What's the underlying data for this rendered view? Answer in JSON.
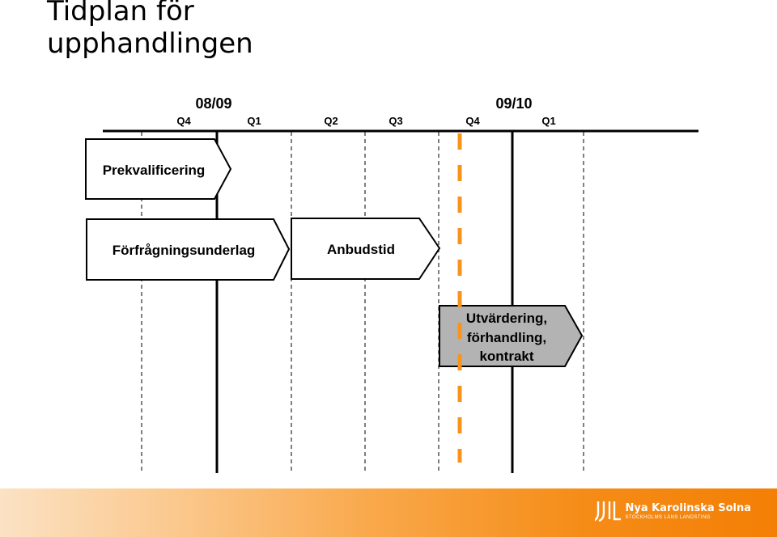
{
  "slide": {
    "title_line1": "Tidplan för",
    "title_line2": "upphandlingen"
  },
  "timeline": {
    "years": [
      "08/09",
      "09/10"
    ],
    "quarters": [
      "Q4",
      "Q1",
      "Q2",
      "Q3",
      "Q4",
      "Q1"
    ],
    "phases": [
      {
        "label": [
          "Prekvalificering"
        ],
        "fill": "#ffffff"
      },
      {
        "label": [
          "Förfrågningsunderlag"
        ],
        "fill": "#ffffff"
      },
      {
        "label": [
          "Anbudstid"
        ],
        "fill": "#ffffff"
      },
      {
        "label": [
          "Utvärdering,",
          "förhandling,",
          "kontrakt"
        ],
        "fill": "#b3b3b3"
      }
    ],
    "marker_color": "#f7941d"
  },
  "footer": {
    "logo_name": "Nya Karolinska Solna",
    "logo_sub": "STOCKHOLMS LÄNS LANDSTING",
    "accent": "#f47f05"
  }
}
